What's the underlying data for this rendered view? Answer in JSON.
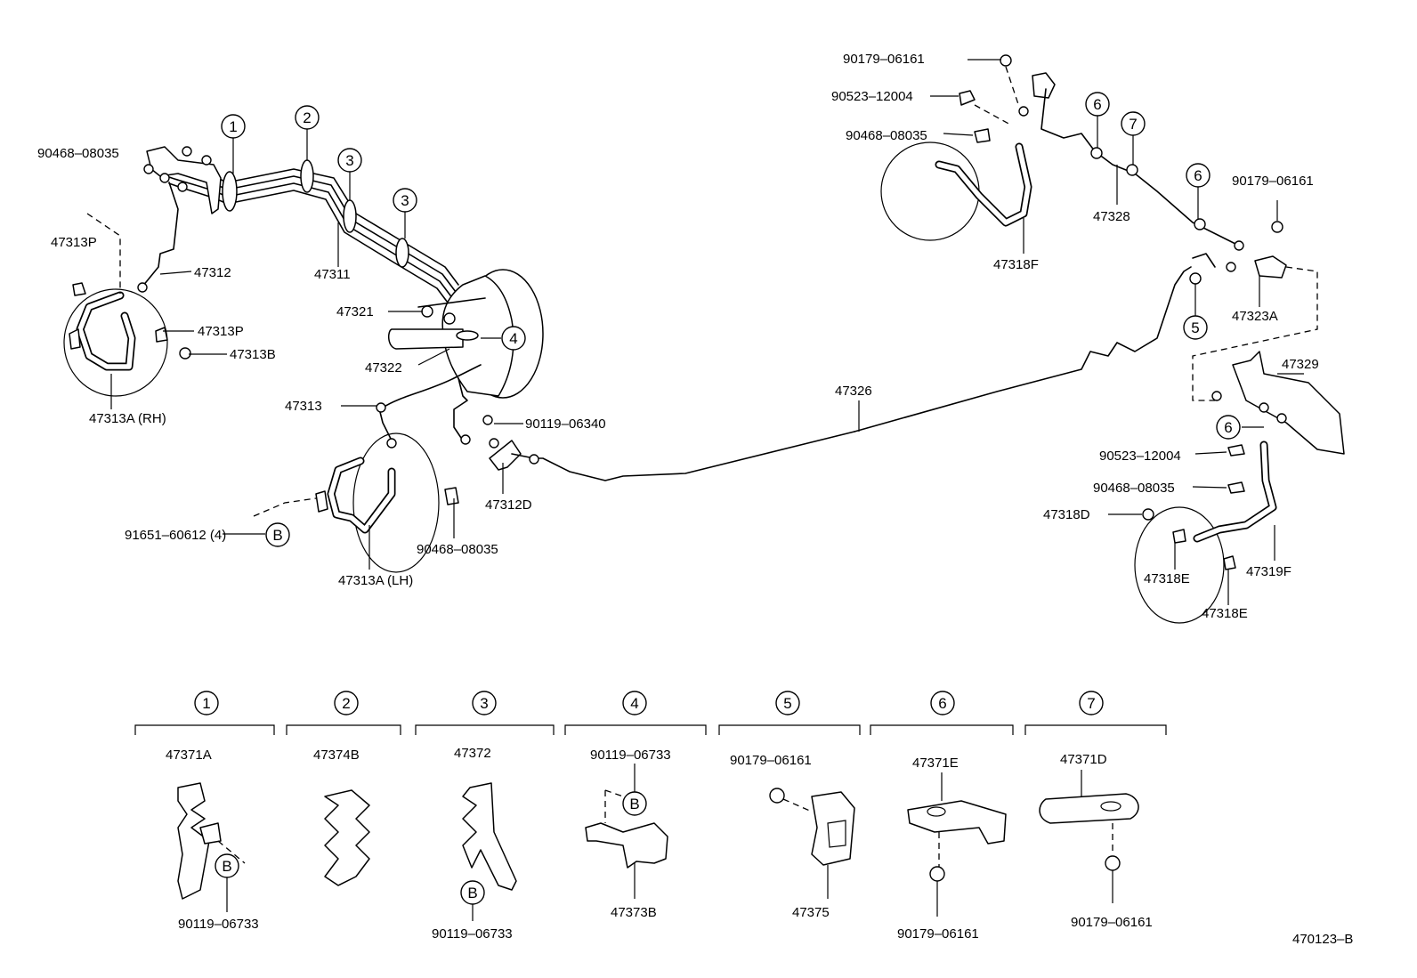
{
  "diagram_ref": "470123–B",
  "clip_markers": [
    "1",
    "2",
    "3",
    "4",
    "5",
    "6",
    "7"
  ],
  "connector_marker": "B",
  "labels": {
    "p90468_08035_a": "90468–08035",
    "p47313P_a": "47313P",
    "p47312": "47312",
    "p47313P_b": "47313P",
    "p47313B": "47313B",
    "p47313A_RH": "47313A (RH)",
    "p47311": "47311",
    "p47321": "47321",
    "p47322": "47322",
    "p47313": "47313",
    "p90119_06340": "90119–06340",
    "p47312D": "47312D",
    "p91651_60612": "91651–60612 (4)",
    "p90468_08035_b": "90468–08035",
    "p47313A_LH": "47313A (LH)",
    "p47326": "47326",
    "p90179_06161_a": "90179–06161",
    "p90523_12004_a": "90523–12004",
    "p90468_08035_c": "90468–08035",
    "p47318F": "47318F",
    "p47328": "47328",
    "p90179_06161_b": "90179–06161",
    "p47323A": "47323A",
    "p47329": "47329",
    "p90523_12004_b": "90523–12004",
    "p90468_08035_d": "90468–08035",
    "p47318D": "47318D",
    "p47318E_a": "47318E",
    "p47319F": "47319F",
    "p47318E_b": "47318E"
  },
  "legend": [
    {
      "marker": "1",
      "top": "47371A",
      "bottom": "90119–06733"
    },
    {
      "marker": "2",
      "top": "47374B",
      "bottom": ""
    },
    {
      "marker": "3",
      "top": "47372",
      "bottom": "90119–06733"
    },
    {
      "marker": "4",
      "top": "90119–06733",
      "bottom": "47373B"
    },
    {
      "marker": "5",
      "top": "90179–06161",
      "bottom": "47375"
    },
    {
      "marker": "6",
      "top": "47371E",
      "bottom": "90179–06161"
    },
    {
      "marker": "7",
      "top": "47371D",
      "bottom": "90179–06161"
    }
  ],
  "icons": [
    "brake-pipe",
    "flexible-hose",
    "hose-clip",
    "union-bolt",
    "gasket",
    "master-cylinder",
    "booster",
    "bracket"
  ]
}
